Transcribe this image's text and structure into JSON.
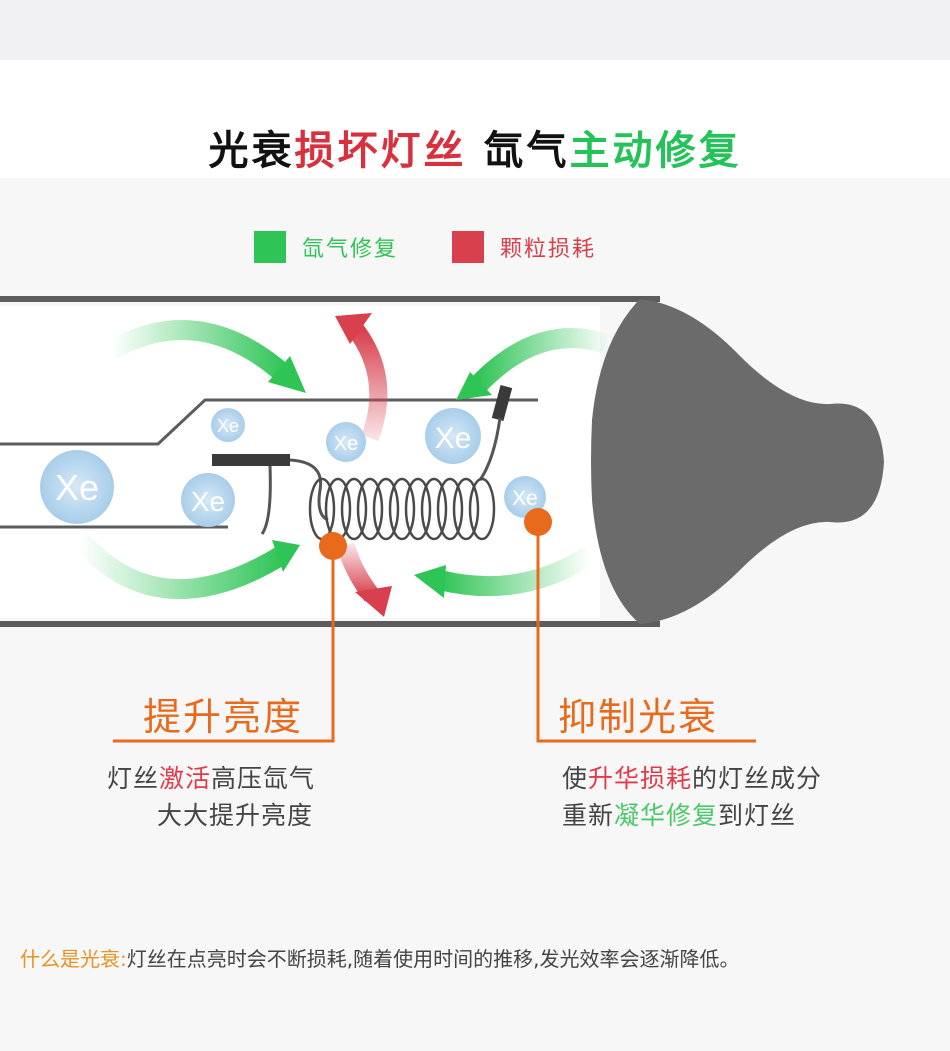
{
  "title": {
    "part1": "光衰",
    "part2": "损坏灯丝",
    "part3": "氙气",
    "part4": "主动修复"
  },
  "legend": [
    {
      "label": "氙气修复",
      "color": "#2fc456"
    },
    {
      "label": "颗粒损耗",
      "color": "#d8404e"
    }
  ],
  "colors": {
    "green": "#2fc456",
    "red": "#d8404e",
    "orange": "#e86a1c",
    "lamp_gray": "#6b6b6b"
  },
  "atoms": [
    "Xe",
    "Xe",
    "Xe",
    "Xe",
    "Xe",
    "Xe"
  ],
  "callouts": {
    "left": {
      "title": "提升亮度",
      "line1_a": "灯丝",
      "line1_b": "激活",
      "line1_c": "高压氙气",
      "line2": "大大提升亮度"
    },
    "right": {
      "title": "抑制光衰",
      "line1_a": "使",
      "line1_b": "升华损耗",
      "line1_c": "的灯丝成分",
      "line2_a": "重新",
      "line2_b": "凝华修复",
      "line2_c": "到灯丝"
    }
  },
  "footer": {
    "lead": "什么是光衰:",
    "text": "灯丝在点亮时会不断损耗,随着使用时间的推移,发光效率会逐渐降低。"
  }
}
